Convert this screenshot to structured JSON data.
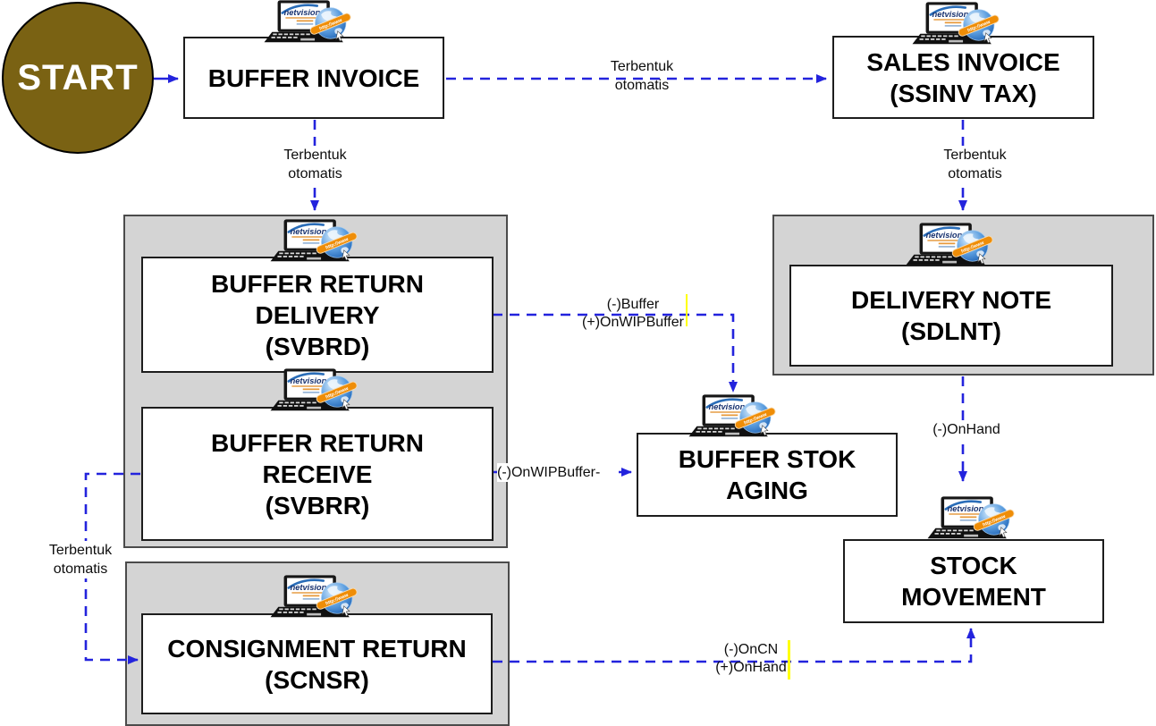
{
  "diagram_title": "Buffer invoice process flow",
  "colors": {
    "connector_blue": "#2323dd",
    "start_fill": "#7a6213",
    "container_gray": "#d4d4d4",
    "highlight_yellow": "#ffff00"
  },
  "icon": {
    "brand": "netvision",
    "banner": "http://www"
  },
  "start": {
    "label": "START"
  },
  "nodes": {
    "buffer_invoice": {
      "line1": "BUFFER INVOICE"
    },
    "sales_invoice": {
      "line1": "SALES INVOICE",
      "line2": "(SSINV TAX)"
    },
    "buffer_return_delivery": {
      "line1": "BUFFER RETURN",
      "line2": "DELIVERY",
      "line3": "(SVBRD)"
    },
    "buffer_return_receive": {
      "line1": "BUFFER RETURN",
      "line2": "RECEIVE",
      "line3": "(SVBRR)"
    },
    "delivery_note": {
      "line1": "DELIVERY NOTE",
      "line2": "(SDLNT)"
    },
    "buffer_stok_aging": {
      "line1": "BUFFER STOK",
      "line2": "AGING"
    },
    "stock_movement": {
      "line1": "STOCK",
      "line2": "MOVEMENT"
    },
    "consignment_return": {
      "line1": "CONSIGNMENT RETURN",
      "line2": "(SCNSR)"
    }
  },
  "edge_labels": {
    "buffer_to_sales": {
      "line1": "Terbentuk",
      "line2": "otomatis"
    },
    "buffer_invoice_down": {
      "line1": "Terbentuk",
      "line2": "otomatis"
    },
    "sales_invoice_down": {
      "line1": "Terbentuk",
      "line2": "otomatis"
    },
    "receive_to_consignment": {
      "line1": "Terbentuk",
      "line2": "otomatis"
    },
    "delivery_to_aging": {
      "line1": "(-)Buffer",
      "line2": "(+)OnWIPBuffer"
    },
    "receive_to_aging": {
      "line1": "(-)OnWIPBuffer-"
    },
    "note_to_stock": {
      "line1": "(-)OnHand"
    },
    "consignment_to_stock": {
      "line1": "(-)OnCN",
      "line2": "(+)OnHand"
    }
  }
}
